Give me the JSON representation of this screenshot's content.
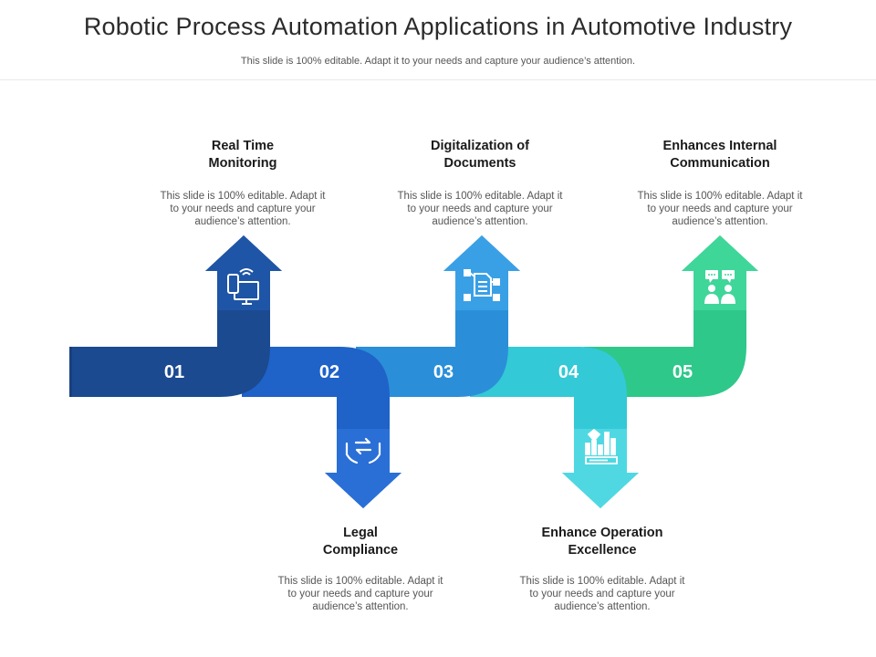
{
  "header": {
    "title": "Robotic Process Automation Applications in Automotive Industry",
    "subtitle": "This slide is 100% editable. Adapt it to your needs and capture your audience’s attention."
  },
  "steps": [
    {
      "number": "01",
      "title_line1": "Real Time",
      "title_line2": "Monitoring",
      "desc": "This slide is 100% editable. Adapt it to your needs and capture your audience’s attention.",
      "icon": "monitor-wifi-icon",
      "color": "#1b4a91",
      "direction": "up"
    },
    {
      "number": "02",
      "title_line1": "Legal",
      "title_line2": "Compliance",
      "desc": "This slide is 100% editable. Adapt it to your needs and capture your audience’s attention.",
      "icon": "hands-exchange-icon",
      "color": "#1f62c8",
      "direction": "down"
    },
    {
      "number": "03",
      "title_line1": "Digitalization of",
      "title_line2": "Documents",
      "desc": "This slide is 100% editable. Adapt it to your needs and capture your audience’s attention.",
      "icon": "document-network-icon",
      "color": "#2a8fd8",
      "direction": "up"
    },
    {
      "number": "04",
      "title_line1": "Enhance Operation",
      "title_line2": "Excellence",
      "desc": "This slide is 100% editable. Adapt it to your needs and capture your audience’s attention.",
      "icon": "diamond-chart-icon",
      "color": "#33c9d6",
      "direction": "down"
    },
    {
      "number": "05",
      "title_line1": "Enhances Internal",
      "title_line2": "Communication",
      "desc": "This slide is 100% editable. Adapt it to your needs and capture your audience’s attention.",
      "icon": "chat-people-icon",
      "color": "#2ec88a",
      "direction": "up"
    }
  ]
}
